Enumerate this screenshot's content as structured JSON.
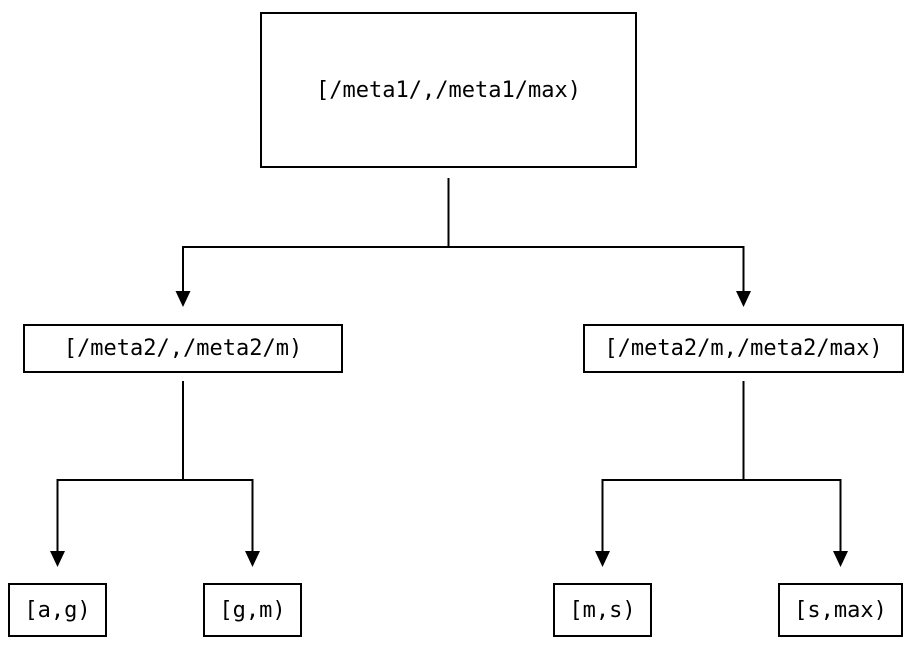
{
  "diagram": {
    "type": "binary-range-tree",
    "colors": {
      "background": "#ffffff",
      "line": "#000000",
      "box_border": "#000000",
      "text": "#000000"
    },
    "nodes": {
      "root": {
        "id": "root",
        "label": "[/meta1/,/meta1/max)"
      },
      "left": {
        "id": "left",
        "label": "[/meta2/,/meta2/m)"
      },
      "right": {
        "id": "right",
        "label": "[/meta2/m,/meta2/max)"
      },
      "leaf_ag": {
        "id": "leaf_ag",
        "label": "[a,g)"
      },
      "leaf_gm": {
        "id": "leaf_gm",
        "label": "[g,m)"
      },
      "leaf_ms": {
        "id": "leaf_ms",
        "label": "[m,s)"
      },
      "leaf_smax": {
        "id": "leaf_smax",
        "label": "[s,max)"
      }
    },
    "edges": [
      {
        "from": "root",
        "to": "left",
        "arrow": true
      },
      {
        "from": "root",
        "to": "right",
        "arrow": true
      },
      {
        "from": "left",
        "to": "leaf_ag",
        "arrow": true
      },
      {
        "from": "left",
        "to": "leaf_gm",
        "arrow": true
      },
      {
        "from": "right",
        "to": "leaf_ms",
        "arrow": true
      },
      {
        "from": "right",
        "to": "leaf_smax",
        "arrow": true
      }
    ]
  }
}
